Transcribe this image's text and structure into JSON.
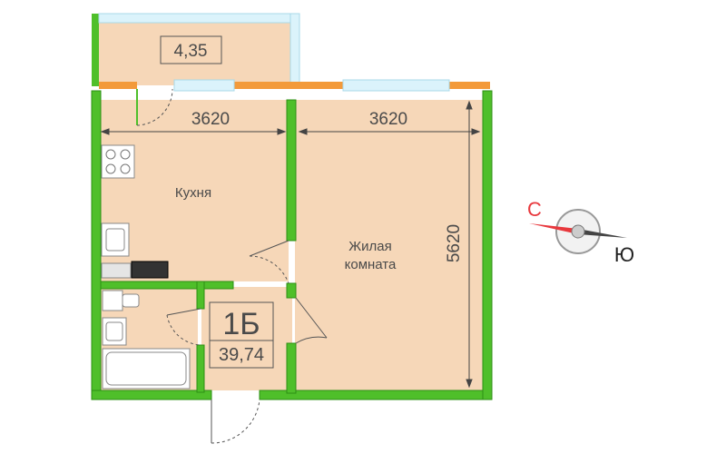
{
  "balcony": {
    "area": "4,35"
  },
  "dimensions": {
    "kitchen_width": "3620",
    "living_width": "3620",
    "living_depth": "5620"
  },
  "rooms": {
    "kitchen": "Кухня",
    "living_line1": "Жилая",
    "living_line2": "комната"
  },
  "apartment": {
    "type": "1Б",
    "total_area": "39,74"
  },
  "compass": {
    "north": "С",
    "south": "Ю"
  },
  "colors": {
    "wall": "#4fbf2a",
    "wall_edge": "#2e8f14",
    "floor": "#f6d7b8",
    "window": "#dbf3fb",
    "balcony_rail": "#f39a3a",
    "compass_red": "#e8383d"
  }
}
